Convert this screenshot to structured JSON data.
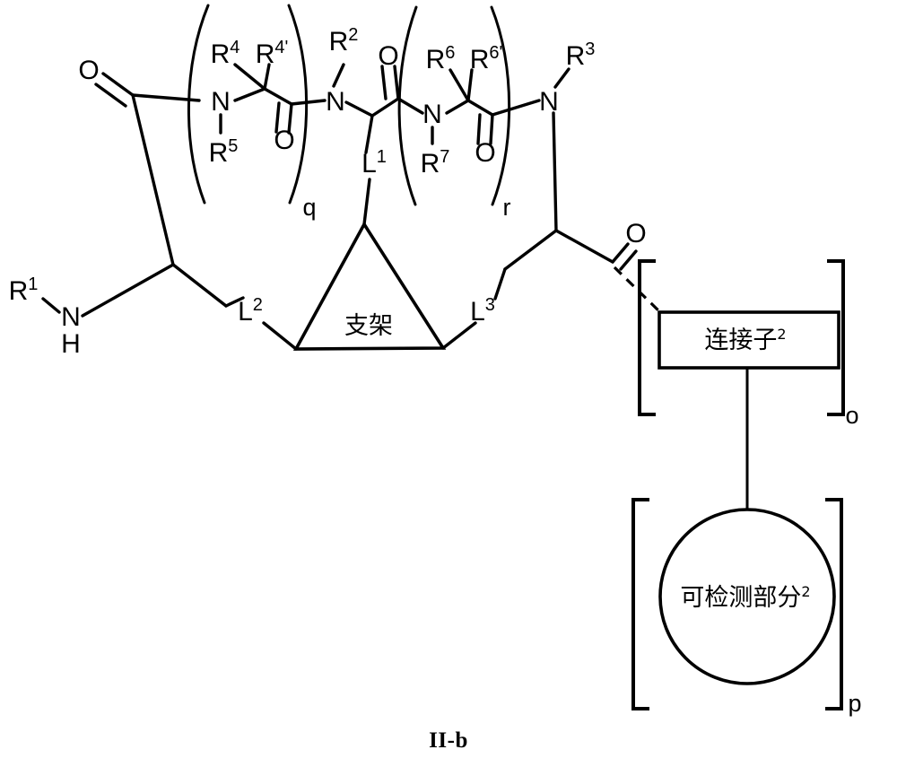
{
  "figure": {
    "caption": "II-b",
    "type": "chemical-structure",
    "background_color": "#ffffff",
    "line_color": "#000000"
  },
  "labels": {
    "r1": "R",
    "r1_sup": "1",
    "nh_n": "N",
    "nh_h": "H",
    "o_left": "O",
    "n_q": "N",
    "r4": "R",
    "r4_sup": "4",
    "r4prime": "R",
    "r4prime_sup": "4'",
    "r5": "R",
    "r5_sup": "5",
    "o_q": "O",
    "q_subscript": "q",
    "r2": "R",
    "r2_sup": "2",
    "o_mid": "O",
    "l1": "L",
    "l1_sup": "1",
    "n_r": "N",
    "r6": "R",
    "r6_sup": "6",
    "r6prime": "R",
    "r6prime_sup": "6'",
    "r7": "R",
    "r7_sup": "7",
    "o_r": "O",
    "r_subscript": "r",
    "n_right": "N",
    "r3": "R",
    "r3_sup": "3",
    "o_right": "O",
    "l2": "L",
    "l2_sup": "2",
    "l3": "L",
    "l3_sup": "3",
    "scaffold": "支架",
    "linker": "连接子",
    "linker_sup": "2",
    "linker_subscript": "o",
    "detectable": "可检测部分",
    "detectable_sup": "2",
    "detectable_subscript": "p"
  }
}
